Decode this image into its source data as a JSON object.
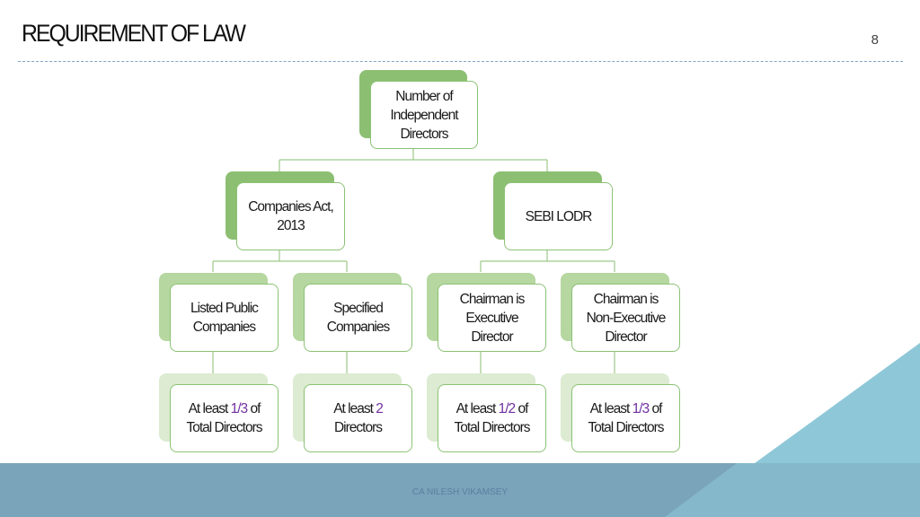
{
  "slide": {
    "title": "REQUIREMENT OF LAW",
    "number": "8",
    "footer": "CA NILESH VIKAMSEY"
  },
  "colors": {
    "box_border": "#8cc276",
    "shadow_dark": "#8dbf73",
    "shadow_mid": "#b6d7a0",
    "shadow_light": "#dcebd1",
    "highlight": "#7030a0",
    "band_teal": "#8ec8d8",
    "band_grey": "#7aa4ba"
  },
  "diagram": {
    "root": {
      "label": "Number of\nIndependent\nDirectors"
    },
    "level1": [
      {
        "label": "Companies Act,\n2013"
      },
      {
        "label": "SEBI LODR"
      }
    ],
    "level2": [
      {
        "label": "Listed Public\nCompanies"
      },
      {
        "label": "Specified\nCompanies"
      },
      {
        "label": "Chairman is\nExecutive\nDirector"
      },
      {
        "label": "Chairman is\nNon-Executive\nDirector"
      }
    ],
    "level3": [
      {
        "pre": "At least ",
        "value": "1/3",
        "post": " of\nTotal Directors"
      },
      {
        "pre": "At least ",
        "value": "2",
        "post": "\nDirectors"
      },
      {
        "pre": "At least ",
        "value": "1/2",
        "post": " of\nTotal Directors"
      },
      {
        "pre": "At least ",
        "value": "1/3",
        "post": " of\nTotal Directors"
      }
    ]
  }
}
